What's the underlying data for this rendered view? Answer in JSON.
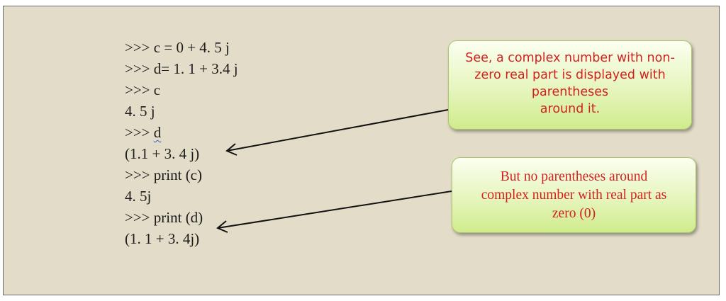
{
  "code_lines": [
    ">>> c = 0 + 4. 5 j",
    ">>> d= 1. 1 + 3.4 j",
    ">>> c",
    "4. 5 j",
    ">>> ",
    "(1.1 + 3. 4 j)",
    ">>> print (c)",
    "4. 5j",
    ">>> print (d)",
    "(1. 1 + 3. 4j)"
  ],
  "code_underlined_word": "d",
  "callout_top": {
    "lines": [
      "See, a complex number with non-",
      "zero real part is displayed with",
      "parentheses",
      "around it."
    ]
  },
  "callout_bottom": {
    "lines": [
      "But no parentheses around",
      "complex number with real part as",
      "zero (0)"
    ]
  },
  "colors": {
    "background": "#e2dcc8",
    "callout_text": "#d42020",
    "callout_fill": "#e6f5bd",
    "arrow": "#111111"
  }
}
